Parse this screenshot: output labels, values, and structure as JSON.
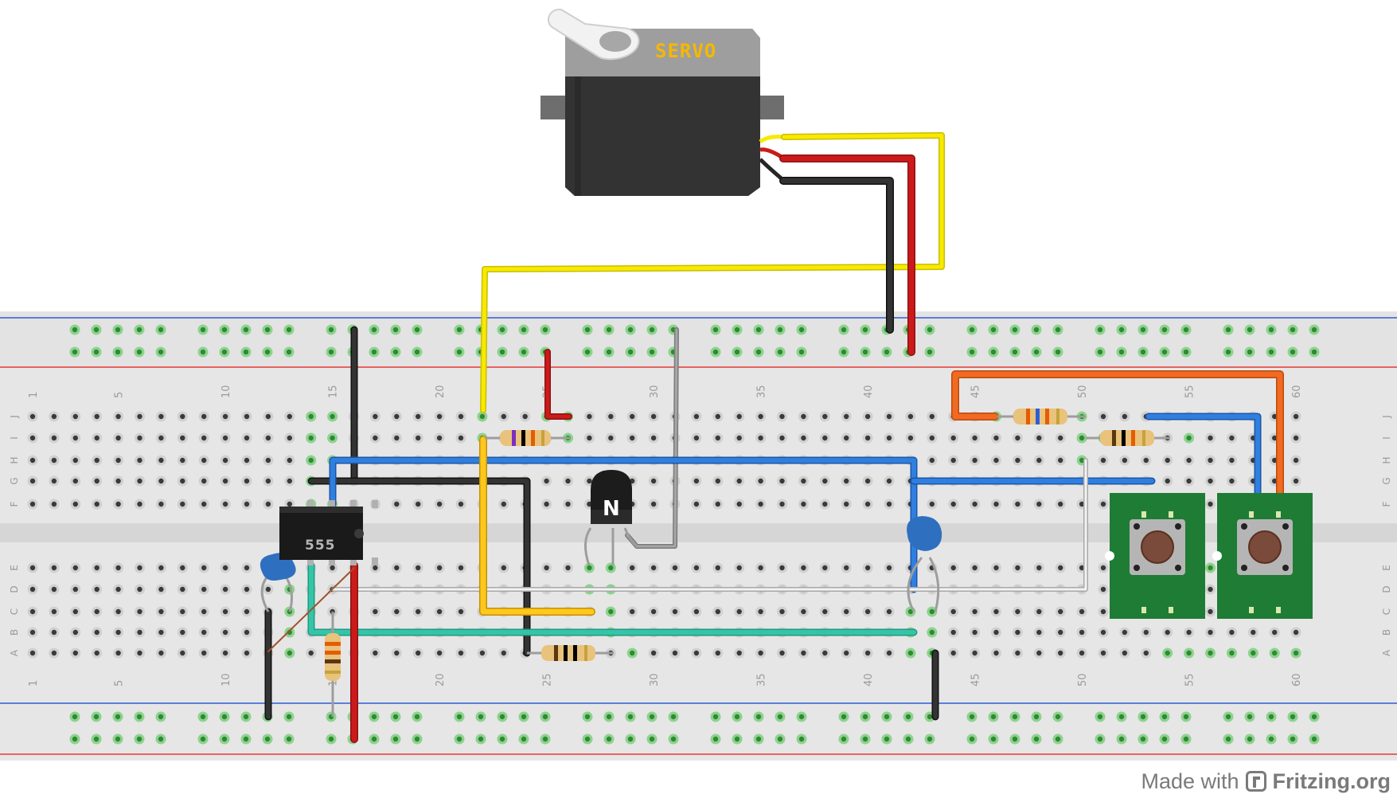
{
  "servo": {
    "label": "SERVO"
  },
  "ic": {
    "label": "555"
  },
  "transistor": {
    "label": "N"
  },
  "breadboard": {
    "column_labels": [
      "1",
      "5",
      "10",
      "15",
      "20",
      "25",
      "30",
      "35",
      "40",
      "45",
      "50",
      "55",
      "60"
    ],
    "row_labels_top": [
      "J",
      "I",
      "H",
      "G",
      "F"
    ],
    "row_labels_bottom": [
      "E",
      "D",
      "C",
      "B",
      "A"
    ]
  },
  "credit": {
    "prefix": "Made with",
    "brand": "Fritzing.org"
  },
  "colors": {
    "board": "#e6e6e6",
    "rail_red": "#e53935",
    "rail_blue": "#2f5dd6",
    "hole_green": "#4fae52",
    "wire_yellow": "#f7ea00",
    "wire_red": "#cc1a1a",
    "wire_black": "#262626",
    "wire_blue": "#2f7fe0",
    "wire_orange": "#f26a21",
    "wire_gray": "#9b9b9b",
    "wire_cyan": "#36c4a8",
    "pcb_green": "#1e7c34"
  }
}
